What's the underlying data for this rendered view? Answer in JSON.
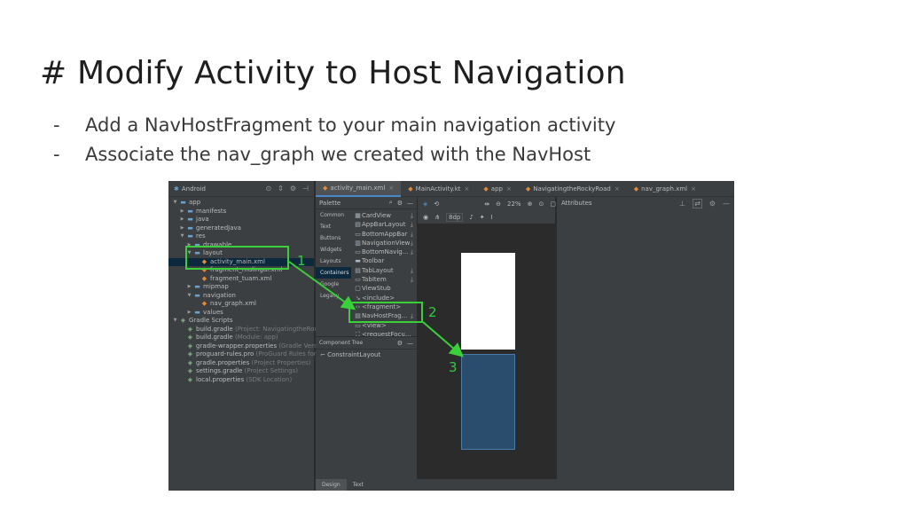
{
  "slide": {
    "title": "# Modify Activity to Host Navigation",
    "bullets": [
      {
        "dash": "-",
        "text": "Add a NavHostFragment to your main navigation activity"
      },
      {
        "dash": "-",
        "text": "Associate the nav_graph we created with the NavHost"
      }
    ]
  },
  "ide": {
    "project_view": "Android",
    "tree": [
      {
        "indent": 0,
        "arrow": "▼",
        "icon": "folder",
        "label": "app",
        "sub": ""
      },
      {
        "indent": 1,
        "arrow": "▶",
        "icon": "folder",
        "label": "manifests",
        "sub": ""
      },
      {
        "indent": 1,
        "arrow": "▶",
        "icon": "folder",
        "label": "java",
        "sub": ""
      },
      {
        "indent": 1,
        "arrow": "▶",
        "icon": "folder",
        "label": "generatedJava",
        "sub": ""
      },
      {
        "indent": 1,
        "arrow": "▼",
        "icon": "folder",
        "label": "res",
        "sub": ""
      },
      {
        "indent": 2,
        "arrow": "▶",
        "icon": "folder",
        "label": "drawable",
        "sub": ""
      },
      {
        "indent": 2,
        "arrow": "▼",
        "icon": "folder",
        "label": "layout",
        "sub": ""
      },
      {
        "indent": 3,
        "arrow": "",
        "icon": "xml",
        "label": "activity_main.xml",
        "sub": "",
        "selected": true
      },
      {
        "indent": 3,
        "arrow": "",
        "icon": "xml",
        "label": "fragment_mulingar.xml",
        "sub": ""
      },
      {
        "indent": 3,
        "arrow": "",
        "icon": "xml",
        "label": "fragment_tuam.xml",
        "sub": ""
      },
      {
        "indent": 2,
        "arrow": "▶",
        "icon": "folder",
        "label": "mipmap",
        "sub": ""
      },
      {
        "indent": 2,
        "arrow": "▼",
        "icon": "folder",
        "label": "navigation",
        "sub": ""
      },
      {
        "indent": 3,
        "arrow": "",
        "icon": "xml",
        "label": "nav_graph.xml",
        "sub": ""
      },
      {
        "indent": 2,
        "arrow": "▶",
        "icon": "folder",
        "label": "values",
        "sub": ""
      },
      {
        "indent": 0,
        "arrow": "▼",
        "icon": "gradle",
        "label": "Gradle Scripts",
        "sub": ""
      },
      {
        "indent": 1,
        "arrow": "",
        "icon": "gradle",
        "label": "build.gradle",
        "sub": "(Project: NavigatingtheRockyR"
      },
      {
        "indent": 1,
        "arrow": "",
        "icon": "gradle",
        "label": "build.gradle",
        "sub": "(Module: app)"
      },
      {
        "indent": 1,
        "arrow": "",
        "icon": "gradle",
        "label": "gradle-wrapper.properties",
        "sub": "(Gradle Version)"
      },
      {
        "indent": 1,
        "arrow": "",
        "icon": "gradle",
        "label": "proguard-rules.pro",
        "sub": "(ProGuard Rules for ap"
      },
      {
        "indent": 1,
        "arrow": "",
        "icon": "gradle",
        "label": "gradle.properties",
        "sub": "(Project Properties)"
      },
      {
        "indent": 1,
        "arrow": "",
        "icon": "gradle",
        "label": "settings.gradle",
        "sub": "(Project Settings)"
      },
      {
        "indent": 1,
        "arrow": "",
        "icon": "gradle",
        "label": "local.properties",
        "sub": "(SDK Location)"
      }
    ],
    "tabs": [
      {
        "label": "activity_main.xml",
        "active": true
      },
      {
        "label": "MainActivity.kt",
        "active": false
      },
      {
        "label": "app",
        "active": false
      },
      {
        "label": "NavigatingtheRockyRoad",
        "active": false
      },
      {
        "label": "nav_graph.xml",
        "active": false
      }
    ],
    "palette": {
      "title": "Palette",
      "categories": [
        "Common",
        "Text",
        "Buttons",
        "Widgets",
        "Layouts",
        "Containers",
        "Google",
        "Legacy"
      ],
      "active_category": "Containers",
      "items": [
        {
          "icon": "▦",
          "label": "CardView",
          "download": true
        },
        {
          "icon": "▤",
          "label": "AppBarLayout",
          "download": true
        },
        {
          "icon": "▭",
          "label": "BottomAppBar",
          "download": true
        },
        {
          "icon": "▥",
          "label": "NavigationView",
          "download": true
        },
        {
          "icon": "▭",
          "label": "BottomNavig...",
          "download": true
        },
        {
          "icon": "▬",
          "label": "Toolbar",
          "download": false
        },
        {
          "icon": "▤",
          "label": "TabLayout",
          "download": true
        },
        {
          "icon": "▭",
          "label": "TabItem",
          "download": true
        },
        {
          "icon": "▢",
          "label": "ViewStub",
          "download": false
        },
        {
          "icon": "↘",
          "label": "<include>",
          "download": false
        },
        {
          "icon": "‹›",
          "label": "<fragment>",
          "download": false
        },
        {
          "icon": "▤",
          "label": "NavHostFrag...",
          "download": true
        },
        {
          "icon": "▭",
          "label": "<view>",
          "download": false
        },
        {
          "icon": "⛶",
          "label": "<requestFocu...",
          "download": false
        }
      ]
    },
    "component_tree": {
      "title": "Component Tree",
      "root": "ConstraintLayout"
    },
    "design_toolbar": {
      "zoom": "22%",
      "margin": "8dp"
    },
    "attributes_title": "Attributes",
    "bottom_tabs": [
      {
        "label": "Design",
        "active": true
      },
      {
        "label": "Text",
        "active": false
      }
    ],
    "annotations": [
      {
        "label": "1"
      },
      {
        "label": "2"
      },
      {
        "label": "3"
      }
    ],
    "colors": {
      "annotation": "#39d039",
      "selection": "#0d293e",
      "device_blue": "#2a4d6e"
    }
  }
}
